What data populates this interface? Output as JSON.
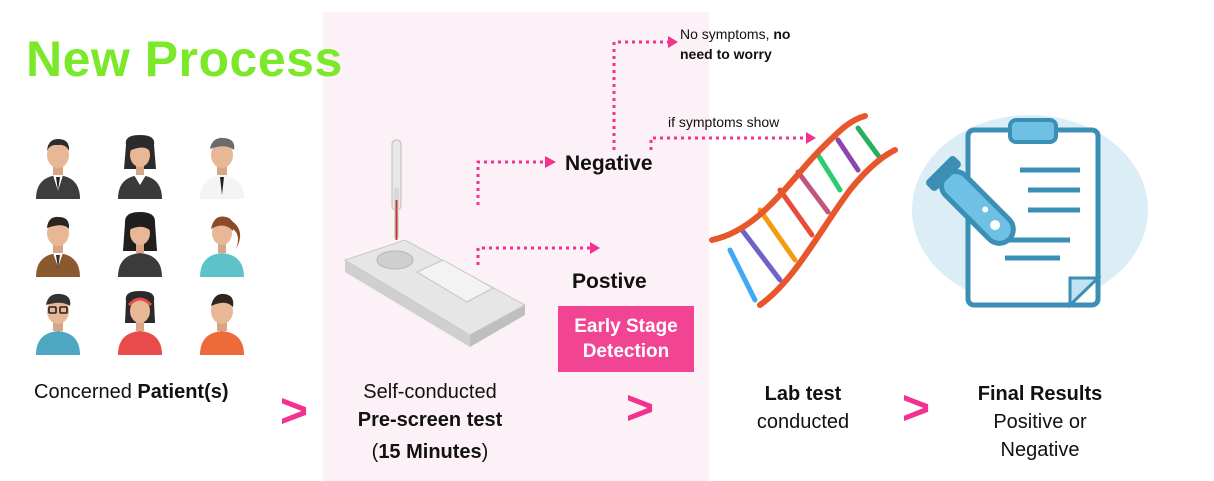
{
  "title": "New Process",
  "colors": {
    "accent_green": "#7be82a",
    "pink": "#f2328f",
    "panel": "#fcf1f7"
  },
  "steps": {
    "patients": {
      "pre": "Concerned ",
      "bold": "Patient(s)"
    },
    "prescreen": {
      "line1": "Self-conducted",
      "line2": "Pre-screen test",
      "line3_open": "(",
      "line3_bold": "15 Minutes",
      "line3_close": ")"
    },
    "lab": {
      "bold": "Lab test",
      "line2": "conducted"
    },
    "final": {
      "bold": "Final Results",
      "line2": "Positive or",
      "line3": "Negative"
    }
  },
  "chevron": ">",
  "outcomes": {
    "negative": "Negative",
    "positive": "Postive",
    "early_line1": "Early Stage",
    "early_line2": "Detection"
  },
  "notes": {
    "no_symptoms_pre": "No symptoms, ",
    "no_symptoms_bold1": "no",
    "no_symptoms_bold2": "need to worry",
    "if_symptoms": "if symptoms show"
  },
  "icons": {
    "patients": [
      "man-suit-icon",
      "woman-icon",
      "man-shirt-icon",
      "man-tie-icon",
      "woman-dark-icon",
      "woman-ponytail-icon",
      "man-glasses-icon",
      "woman-headband-icon",
      "man-orange-icon"
    ],
    "test": "rapid-test-cassette-icon",
    "dna": "dna-helix-icon",
    "report": "clipboard-test-tube-icon"
  }
}
